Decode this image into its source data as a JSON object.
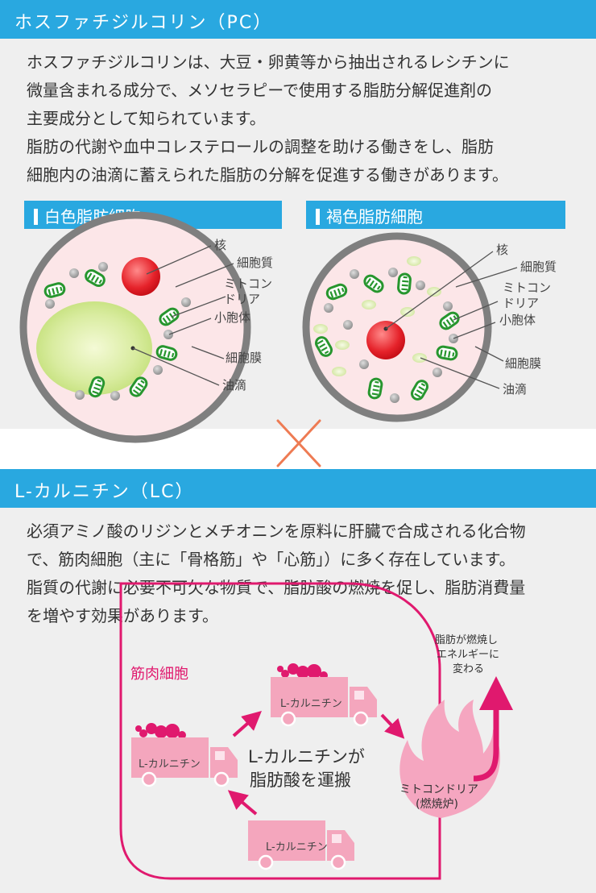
{
  "pc": {
    "title": "ホスファチジルコリン（PC）",
    "description": "ホスファチジルコリンは、大豆・卵黄等から抽出されるレシチンに\n微量含まれる成分で、メソセラピーで使用する脂肪分解促進剤の\n主要成分として知られています。\n脂肪の代謝や血中コレステロールの調整を助ける働きをし、脂肪\n細胞内の油滴に蓄えられた脂肪の分解を促進する働きがあります。",
    "white_cell": {
      "title": "白色脂肪細胞",
      "labels": [
        "核",
        "細胞質",
        "ミトコン",
        "ドリア",
        "小胞体",
        "細胞膜",
        "油滴"
      ]
    },
    "brown_cell": {
      "title": "褐色脂肪細胞",
      "labels": [
        "核",
        "細胞質",
        "ミトコン",
        "ドリア",
        "小胞体",
        "細胞膜",
        "油滴"
      ]
    }
  },
  "lc": {
    "title": "L-カルニチン（LC）",
    "description": "必須アミノ酸のリジンとメチオニンを原料に肝臓で合成される化合物\nで、筋肉細胞（主に「骨格筋」や「心筋」）に多く存在しています。\n脂質の代謝に必要不可欠な物質で、脂肪酸の燃焼を促し、脂肪消費量\nを増やす効果があります。",
    "diagram": {
      "muscle_label": "筋肉細胞",
      "truck_label": "L-カルニチン",
      "center_line1": "L-カルニチンが",
      "center_line2": "脂肪酸を運搬",
      "mito_line1": "ミトコンドリア",
      "mito_line2": "(燃焼炉)",
      "energy_line1": "脂肪が燃焼し",
      "energy_line2": "エネルギーに",
      "energy_line3": "変わる"
    }
  },
  "colors": {
    "header_blue": "#29a8e0",
    "magenta": "#e0196e",
    "pink": "#f4a0bb",
    "cross_orange": "#ee7b53"
  }
}
